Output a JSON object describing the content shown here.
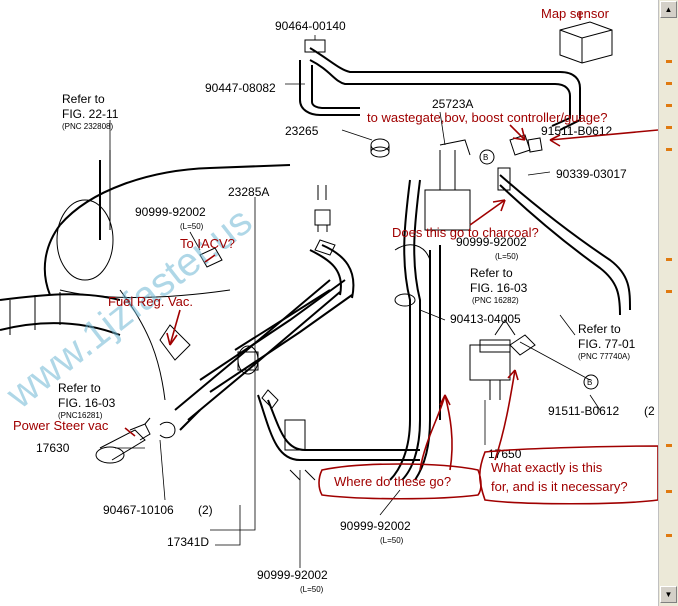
{
  "watermark": "www.1jzfaster.us",
  "parts": {
    "p_90464": "90464-00140",
    "p_90447": "90447-08082",
    "p_25723": "25723A",
    "p_91511_top": "91511-B0612",
    "p_23265": "23265",
    "p_90339": "90339-03017",
    "p_23285": "23285A",
    "p_90999_a": "90999-92002",
    "l50_a": "(L=50)",
    "p_90999_b": "90999-92002",
    "l50_b": "(L=50)",
    "p_90413": "90413-04005",
    "p_91511_bot": "91511-B0612",
    "p_91511_bot_qty": "(2",
    "p_17650": "17650",
    "p_17630": "17630",
    "p_90467": "90467-10106",
    "p_90467_qty": "(2)",
    "p_17341": "17341D",
    "p_90999_c": "90999-92002",
    "l50_c": "(L=50)",
    "p_90999_d": "90999-92002",
    "l50_d": "(L=50)"
  },
  "refs": {
    "r1_refer": "Refer to",
    "r1_fig": "FIG. 22-11",
    "r1_pnc": "(PNC 232808)",
    "r2_refer": "Refer to",
    "r2_fig": "FIG. 16-03",
    "r2_pnc": "(PNC 16282)",
    "r3_refer": "Refer to",
    "r3_fig": "FIG. 77-01",
    "r3_pnc": "(PNC 77740A)",
    "r4_refer": "Refer to",
    "r4_fig": "FIG. 16-03",
    "r4_pnc": "(PNC16281)"
  },
  "symbols": {
    "b": "B"
  },
  "annotations": {
    "map_sensor": "Map sensor",
    "wastegate": "to wastegate,bov, boost controller/guage?",
    "charcoal": "Does this go to charcoal?",
    "iacv": "To IACV?",
    "fuel_reg": "Fuel Reg. Vac.",
    "power_steer": "Power Steer vac",
    "where": "Where do these go?",
    "what_line1": "What exactly is this",
    "what_line2": "for, and is it necessary?"
  },
  "colors": {
    "annotation": "#a00000",
    "watermark": "#6fb8d4"
  }
}
